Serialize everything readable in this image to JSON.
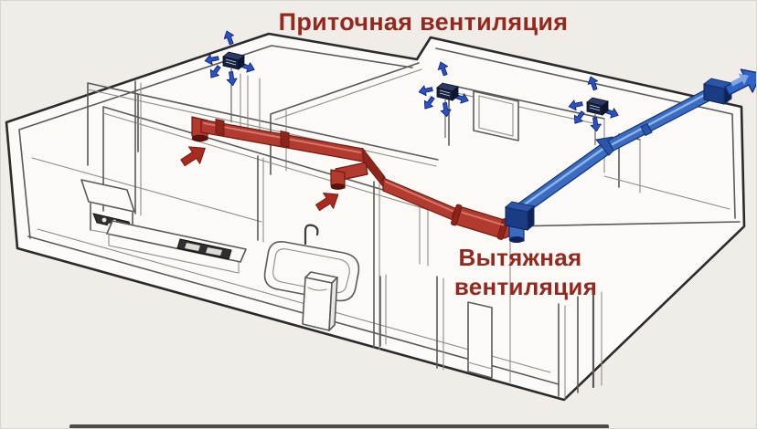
{
  "title": "Приточная вентиляция",
  "exhaust_label": {
    "line1": "Вытяжная",
    "line2": "вентиляция"
  },
  "icons": {
    "supply_diffuser": "ceiling-diffuser-with-radiating-airflow-arrows",
    "exhaust_exit": "big-blue-arrow-up-right",
    "room_airflow": "small-red-arrow-up-right"
  },
  "colors": {
    "background": "#f0ede9",
    "paper": "#fbfaf7",
    "label_red": "#96271d",
    "line_dark": "#2b2b2b",
    "line_mid": "#5a5a5a",
    "supply_duct": "#b23a2f",
    "supply_duct_dark": "#701910",
    "supply_duct_light": "#d4776b",
    "supply_duct_shadow": "#8e251c",
    "duct_opening": "#5e120b",
    "exhaust_duct": "#3a6cc2",
    "exhaust_duct_dark": "#14306e",
    "exhaust_duct_mid": "#2b55a8",
    "exhaust_duct_light": "#8fb4e8",
    "flow_arrow_blue": "#2a52c8",
    "flow_arrow_red": "#a72b20",
    "diffuser_dark": "#16213f"
  }
}
